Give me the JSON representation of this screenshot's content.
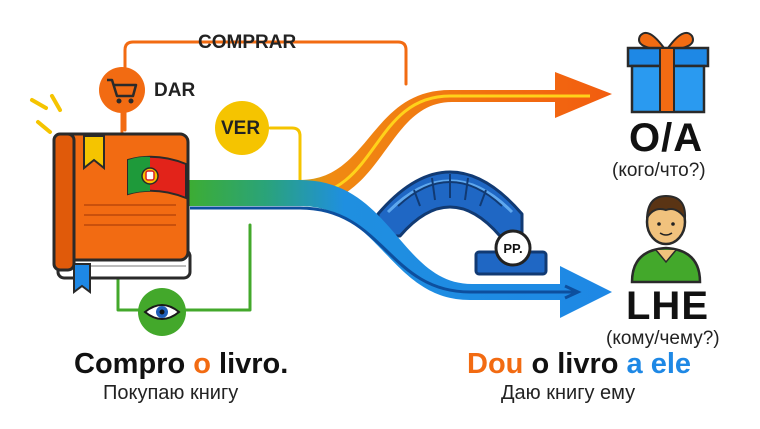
{
  "verbs": {
    "comprar": "COMPRAR",
    "dar": "DAR",
    "ver": "VER"
  },
  "bridge_badge": "PP.",
  "targets": {
    "direct": {
      "pronoun": "O/A",
      "question": "(кого/что?)"
    },
    "indirect": {
      "pronoun": "LHE",
      "question": "(кому/чему?)"
    }
  },
  "examples": {
    "direct": {
      "verb": "Compro",
      "pronoun": "o",
      "rest": "livro.",
      "translation": "Покупаю книгу"
    },
    "indirect": {
      "verb": "Dou",
      "mid": "o livro",
      "pronoun": "a ele",
      "translation": "Даю книгу ему"
    }
  },
  "icons": {
    "book": "book-icon",
    "flag": "portugal-flag-icon",
    "cart": "shopping-cart-icon",
    "eye": "eye-icon",
    "gift": "gift-box-icon",
    "person": "person-icon",
    "bridge": "bridge-icon"
  },
  "colors": {
    "orange": "#f26b12",
    "blue": "#1e88e5",
    "green": "#43a82b",
    "yellow": "#f5c400",
    "red": "#e2231a"
  }
}
